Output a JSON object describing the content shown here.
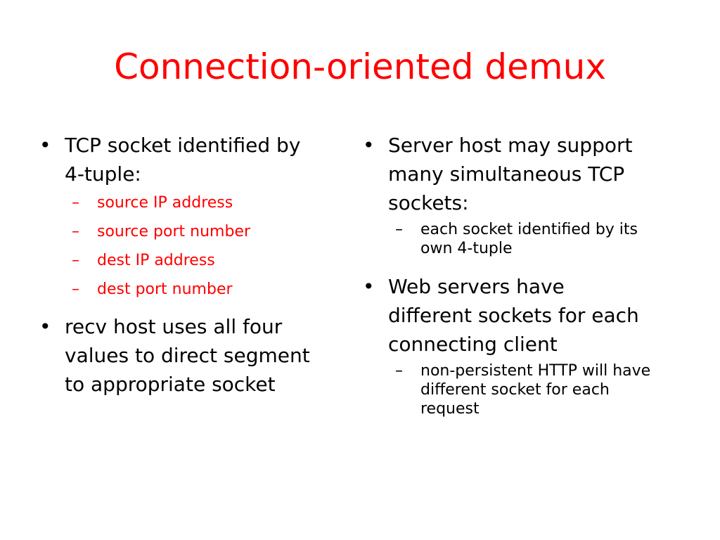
{
  "slide": {
    "title": "Connection-oriented demux",
    "bullet_marker": "•",
    "sub_marker": "–",
    "accent_color": "#ff0000",
    "left": {
      "bullets": [
        {
          "text": "TCP socket identified by 4-tuple:",
          "subs": [
            "source IP address",
            "source port number",
            "dest IP address",
            "dest port number"
          ]
        },
        {
          "text": "recv host uses all four values to direct segment to appropriate socket"
        }
      ]
    },
    "right": {
      "bullets": [
        {
          "text": "Server host may support many simultaneous TCP sockets:",
          "subs": [
            "each socket identified by its own 4-tuple"
          ]
        },
        {
          "text": "Web servers have different sockets for each connecting client",
          "subs": [
            "non-persistent HTTP will have different socket for each request"
          ]
        }
      ]
    }
  }
}
